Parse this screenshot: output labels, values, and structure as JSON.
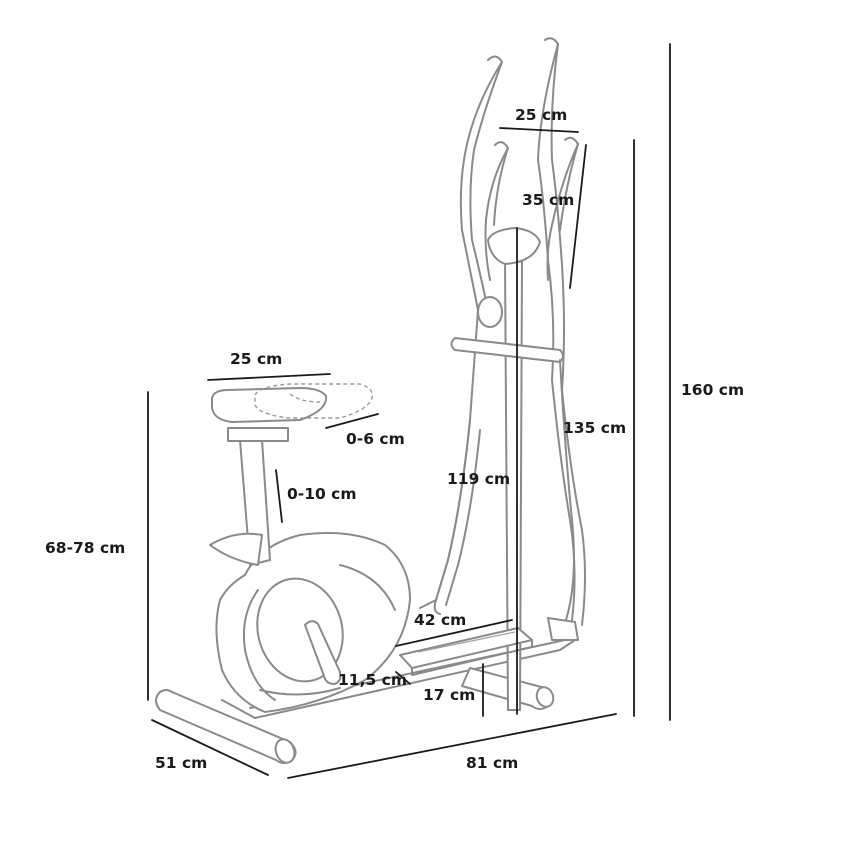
{
  "dimensions": {
    "handle_width": "25 cm",
    "handle_depth": "35 cm",
    "total_height": "160 cm",
    "seat_width": "25 cm",
    "seat_adjust_horizontal": "0-6 cm",
    "seat_adjust_vertical": "0-10 cm",
    "console_height": "135 cm",
    "handle_height": "119 cm",
    "seat_height": "68-78 cm",
    "pedal_length": "42 cm",
    "pedal_width": "11,5 cm",
    "pedal_height": "17 cm",
    "base_width": "51 cm",
    "base_length": "81 cm"
  }
}
